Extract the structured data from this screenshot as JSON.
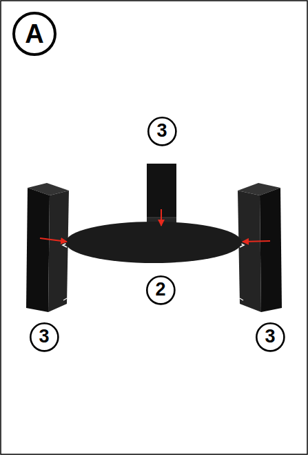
{
  "diagram": {
    "nodes": [
      {
        "text": [
          "A"
        ]
      },
      {
        "text": [
          "3"
        ]
      },
      {
        "text": [
          "2"
        ]
      },
      {
        "text": [
          "3"
        ]
      },
      {
        "text": [
          "3"
        ]
      }
    ]
  }
}
